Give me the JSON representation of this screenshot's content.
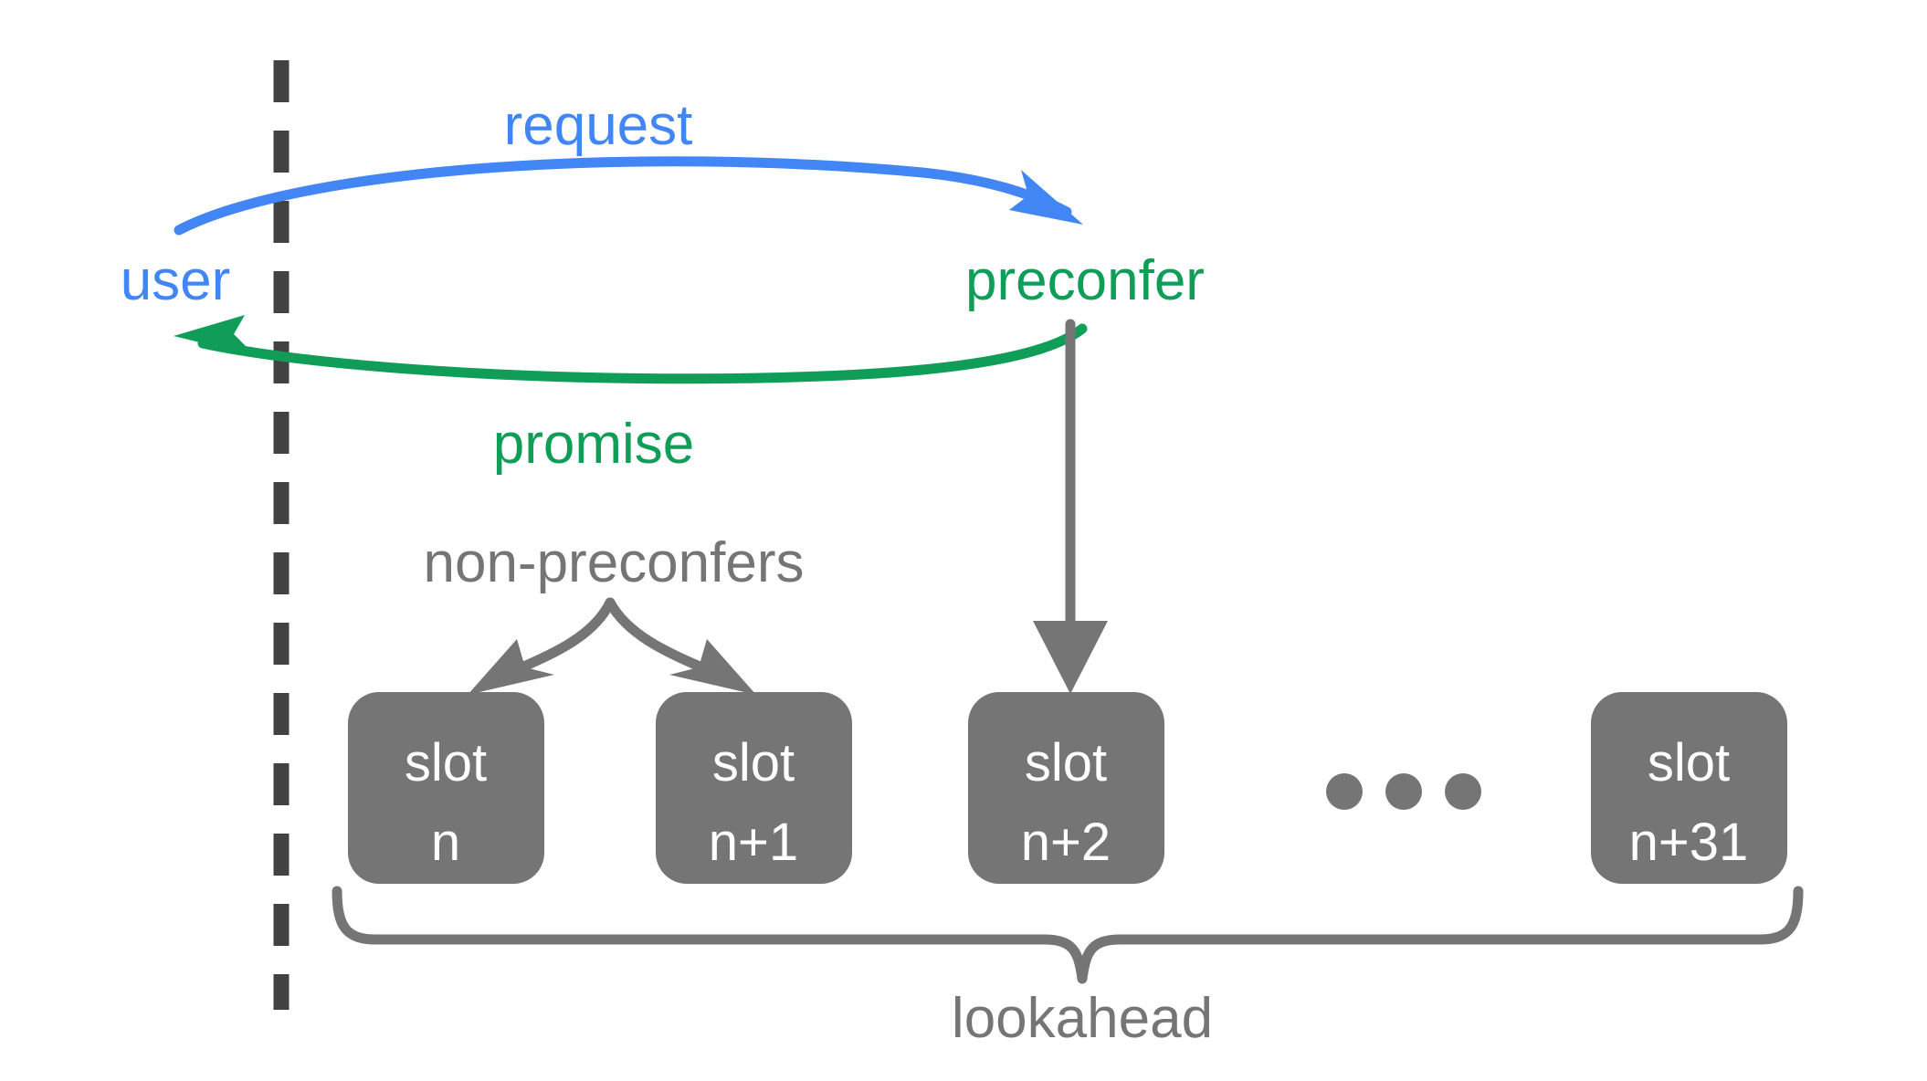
{
  "diagram": {
    "title": "preconfirmation request/promise over a 32-slot lookahead",
    "background": "#ffffff",
    "colors": {
      "user": "#4285F4",
      "request": "#4285F4",
      "preconfer": "#0F9D58",
      "promise": "#0F9D58",
      "neutral_gray": "#757575",
      "dashed_line": "#424242",
      "slot_text": "#ffffff"
    },
    "actors": {
      "user_label": "user",
      "preconfer_label": "preconfer",
      "non_preconfers_label": "non-preconfers"
    },
    "messages": {
      "request_label": "request",
      "promise_label": "promise"
    },
    "lookahead": {
      "label": "lookahead",
      "slot_count": 32
    },
    "slots": [
      {
        "line1": "slot",
        "line2": "n"
      },
      {
        "line1": "slot",
        "line2": "n+1"
      },
      {
        "line1": "slot",
        "line2": "n+2"
      },
      {
        "line1": "slot",
        "line2": "n+31"
      }
    ],
    "ellipsis": "• • •",
    "boundary": {
      "name": "trust-boundary-dashed-line",
      "style": "dashed"
    }
  }
}
